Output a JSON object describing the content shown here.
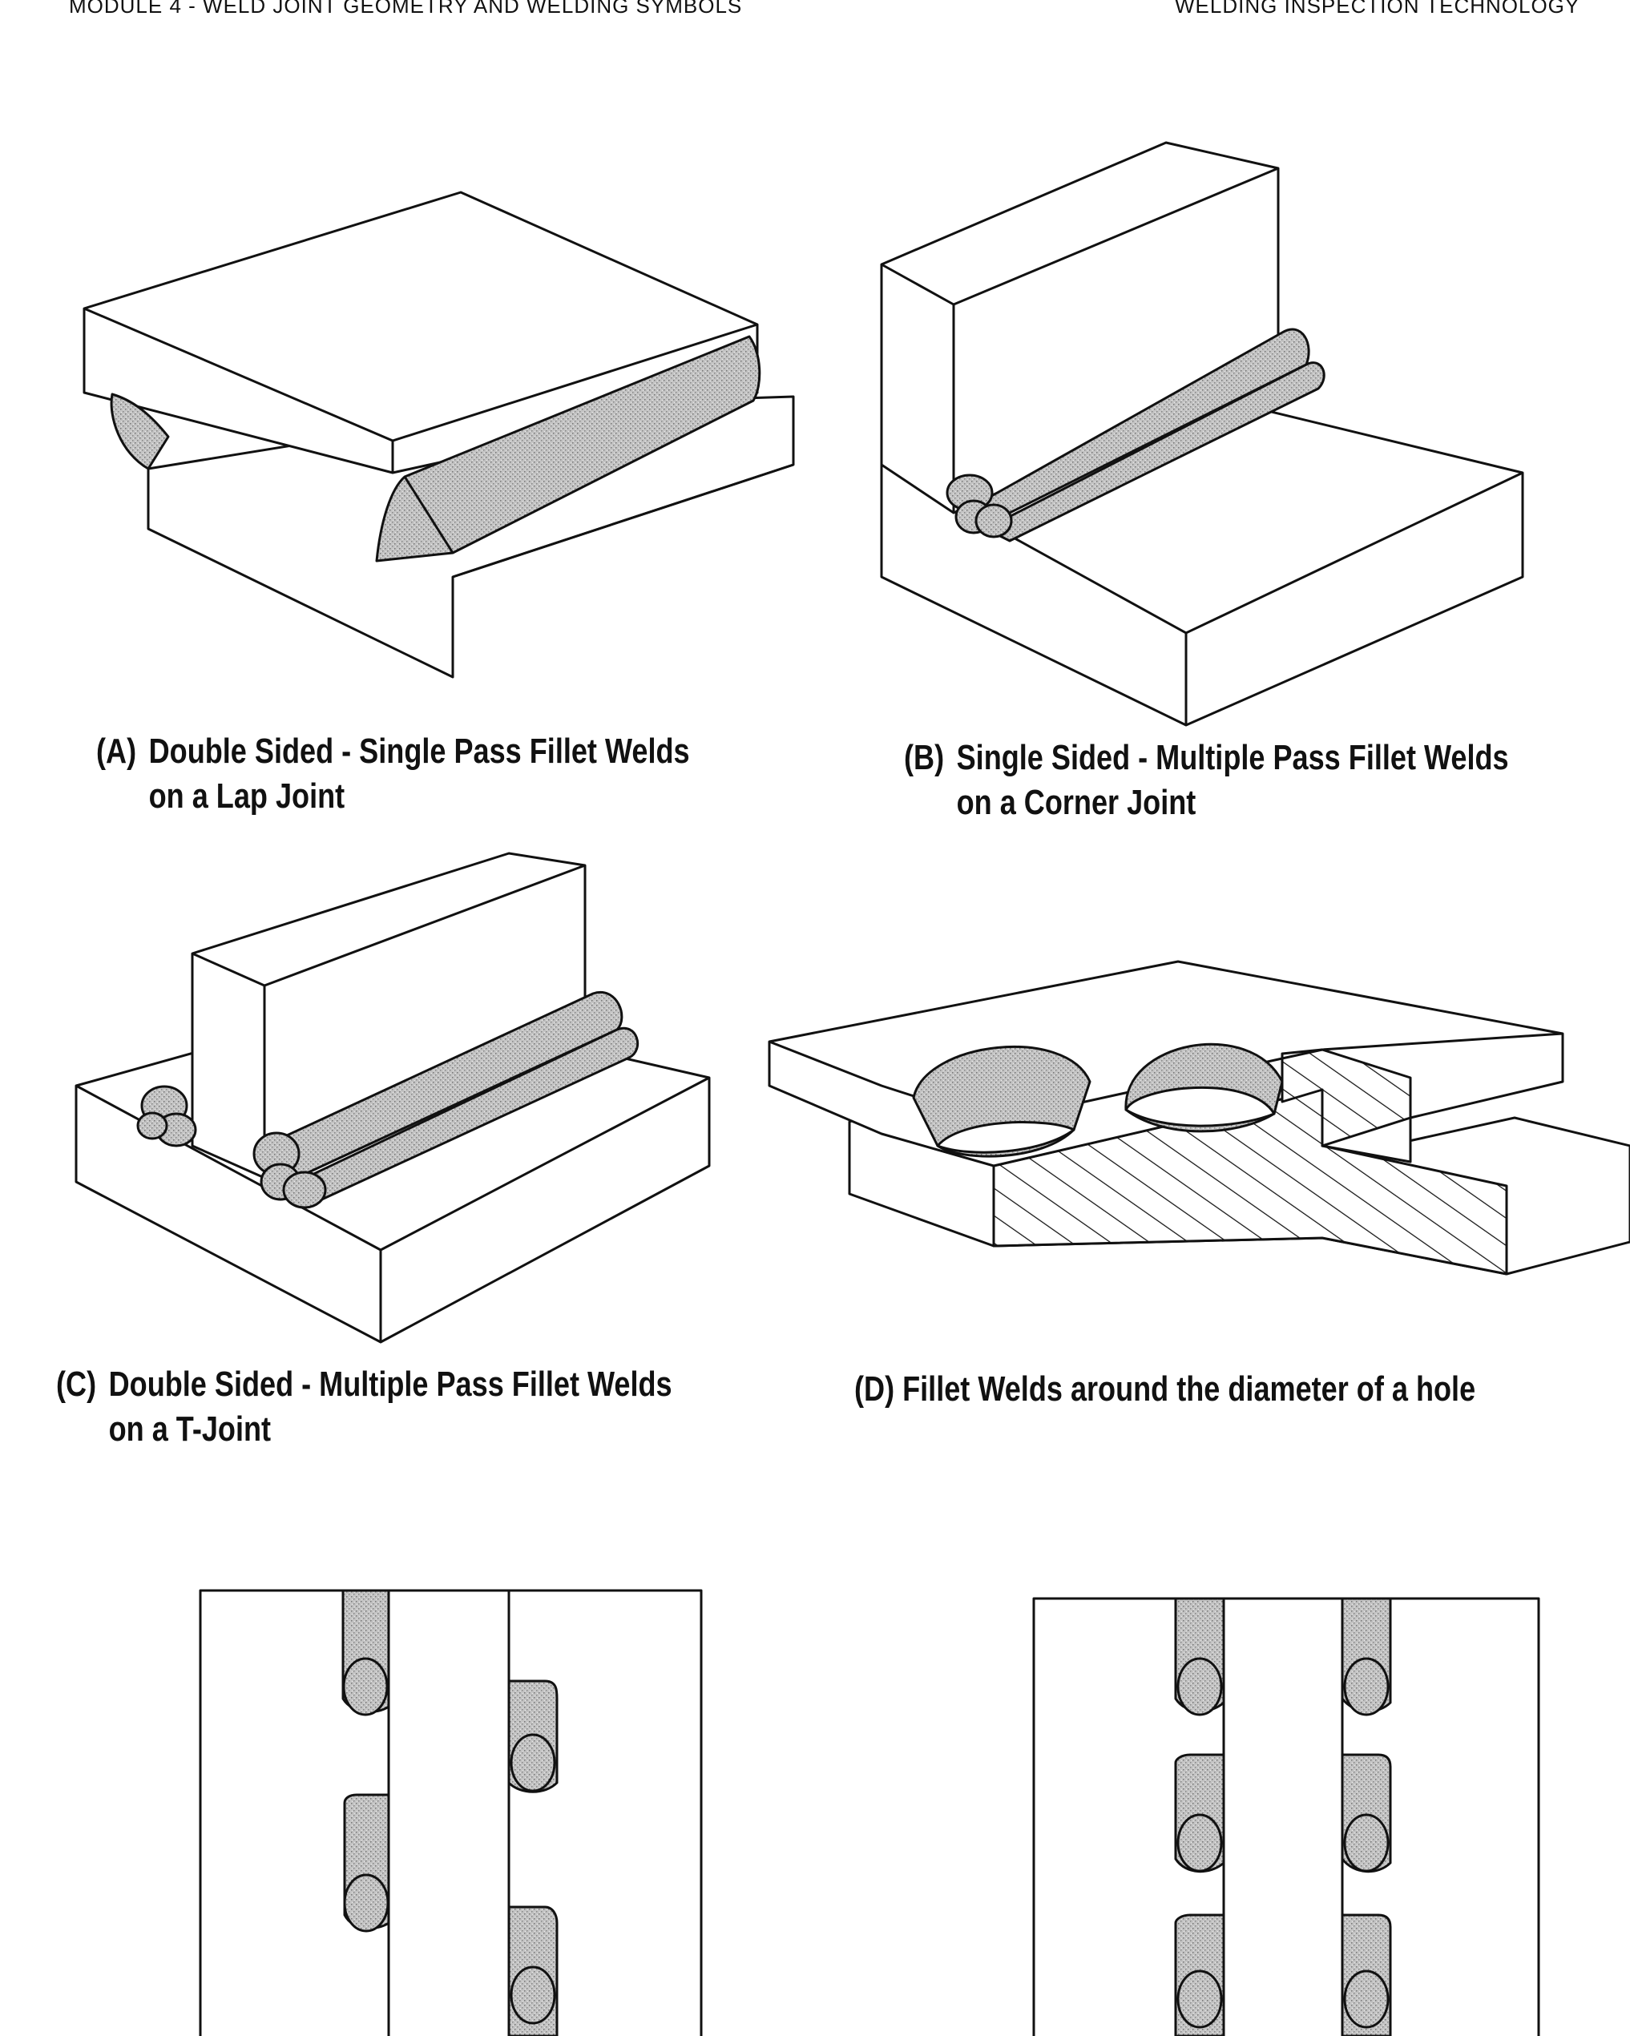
{
  "header": {
    "left": "MODULE 4 - WELD JOINT GEOMETRY AND WELDING SYMBOLS",
    "right": "WELDING INSPECTION TECHNOLOGY"
  },
  "captions": {
    "a": {
      "tag": "(A)",
      "line1": "Double Sided - Single Pass Fillet Welds",
      "line2": "on a Lap Joint"
    },
    "b": {
      "tag": "(B)",
      "line1": "Single Sided - Multiple Pass Fillet Welds",
      "line2": "on a Corner Joint"
    },
    "c": {
      "tag": "(C)",
      "line1": "Double Sided - Multiple Pass Fillet Welds",
      "line2": "on a T-Joint"
    },
    "d": {
      "text": "(D) Fillet Welds around the diameter of a hole"
    }
  },
  "colors": {
    "line": "#111111",
    "weld_fill": "#bdbdbd",
    "paper": "#ffffff"
  }
}
